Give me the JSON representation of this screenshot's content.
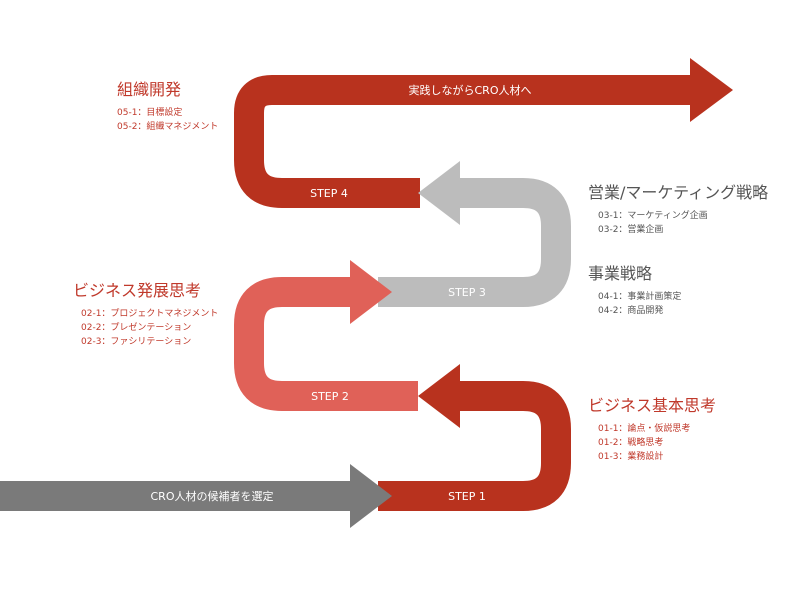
{
  "colors": {
    "dark_red": "#b8321e",
    "light_red": "#e06158",
    "light_gray": "#bcbcbc",
    "dark_gray": "#7a7a7a"
  },
  "arrows": {
    "entry_label": "CRO人材の候補者を選定",
    "exit_label": "実践しながらCRO人材へ"
  },
  "steps": {
    "step1": "STEP 1",
    "step2": "STEP 2",
    "step3": "STEP 3",
    "step4": "STEP 4"
  },
  "sections": {
    "business_basic": {
      "title": "ビジネス基本思考",
      "items": [
        "01-1：論点・仮説思考",
        "01-2：戦略思考",
        "01-3：業務設計"
      ]
    },
    "business_advanced": {
      "title": "ビジネス発展思考",
      "items": [
        "02-1：プロジェクトマネジメント",
        "02-2：プレゼンテーション",
        "02-3：ファシリテーション"
      ]
    },
    "sales_marketing": {
      "title": "営業/マーケティング戦略",
      "items": [
        "03-1：マーケティング企画",
        "03-2：営業企画"
      ]
    },
    "business_strategy": {
      "title": "事業戦略",
      "items": [
        "04-1：事業計画策定",
        "04-2：商品開発"
      ]
    },
    "org_development": {
      "title": "組織開発",
      "items": [
        "05-1：目標設定",
        "05-2：組織マネジメント"
      ]
    }
  }
}
